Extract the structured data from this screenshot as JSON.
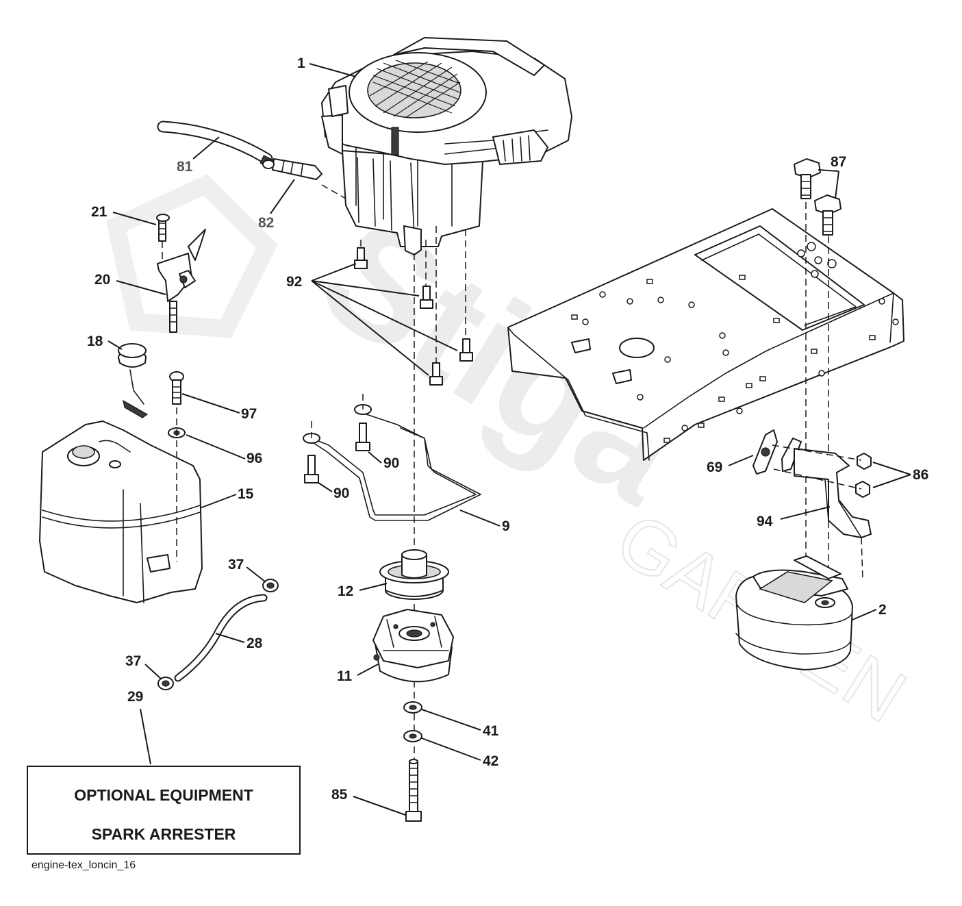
{
  "watermark": {
    "brand": "Stiga",
    "sub": "GARDEN"
  },
  "callouts": {
    "c1": "1",
    "c2": "2",
    "c9": "9",
    "c11": "11",
    "c12": "12",
    "c15": "15",
    "c18": "18",
    "c20": "20",
    "c21": "21",
    "c28": "28",
    "c29": "29",
    "c37a": "37",
    "c37b": "37",
    "c41": "41",
    "c42": "42",
    "c69": "69",
    "c81": "81",
    "c82": "82",
    "c85": "85",
    "c86": "86",
    "c87": "87",
    "c90a": "90",
    "c90b": "90",
    "c92": "92",
    "c94": "94",
    "c96": "96",
    "c97": "97"
  },
  "optional_box": {
    "line1": "OPTIONAL EQUIPMENT",
    "line2": "SPARK ARRESTER"
  },
  "footer": {
    "code": "engine-tex_loncin_16"
  }
}
